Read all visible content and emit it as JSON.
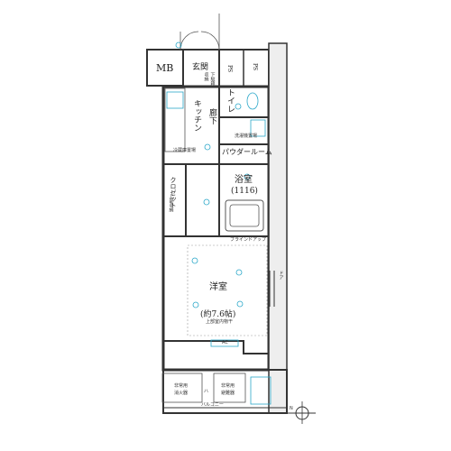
{
  "rooms": {
    "mb": "MB",
    "entrance": "玄関",
    "ps": "PS",
    "ps2": "PS",
    "kitchen": "キッチン",
    "corridor": "廊下",
    "toilet": "トイレ",
    "powder_room": "パウダールーム",
    "bath": "浴室",
    "bath_size": "(1116)",
    "western_room": "洋室",
    "western_size": "(約7.6帖)",
    "closet": "クロゼット",
    "balcony": "バルコニー"
  },
  "annotations": {
    "shoe_box": "下駄箱",
    "storage": "収納",
    "fridge": "冷蔵庫置場",
    "washer": "洗濯機置場",
    "blind": "ブラインドアップ",
    "upper_storage": "上部収納",
    "hanger": "上部室内物干",
    "ac": "AC",
    "balcony_unit_1": "非常用",
    "balcony_unit_2": "非常用",
    "balcony_sub_1": "消火器",
    "balcony_sub_2": "避難器",
    "handle_mark": "ハ",
    "door_label": "ドア"
  },
  "compass": {
    "north": "N"
  },
  "colors": {
    "wall": "#333333",
    "fixture": "#2aa7c9",
    "line": "#555555"
  }
}
